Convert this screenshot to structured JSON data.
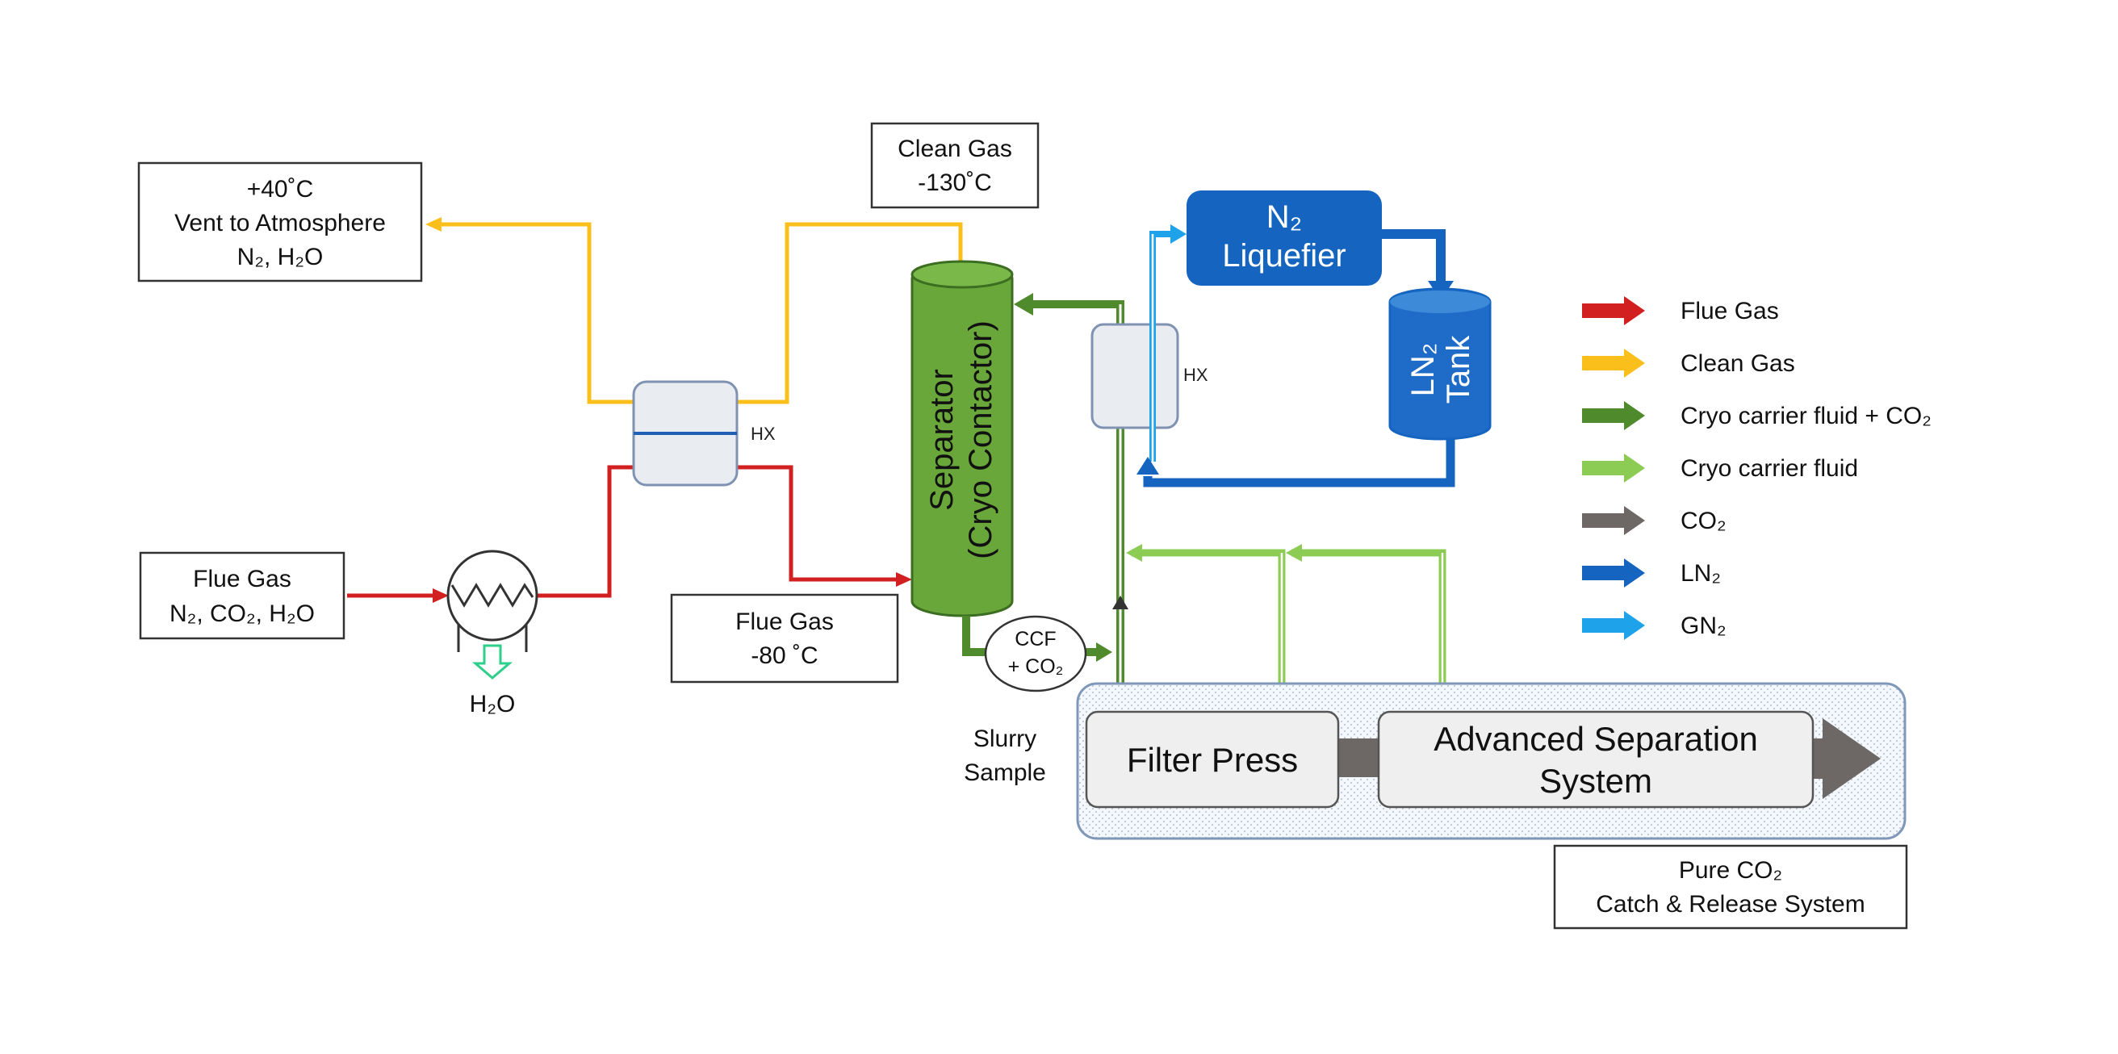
{
  "diagram": {
    "vent_box": {
      "line1": "+40˚C",
      "line2": "Vent to Atmosphere",
      "line3": "N₂, H₂O"
    },
    "clean_gas_box": {
      "line1": "Clean Gas",
      "line2": "-130˚C"
    },
    "flue_gas_in_box": {
      "line1": "Flue Gas",
      "line2": "N₂, CO₂, H₂O"
    },
    "flue_gas_cold_box": {
      "line1": "Flue Gas",
      "line2": "-80 ˚C"
    },
    "water_out_label": "H₂O",
    "hx_left_label": "HX",
    "hx_right_label": "HX",
    "separator": {
      "line1": "Separator",
      "line2": "(Cryo Contactor)"
    },
    "ccf_node": {
      "line1": "CCF",
      "line2": "+ CO₂"
    },
    "slurry_label": {
      "line1": "Slurry",
      "line2": "Sample"
    },
    "liquefier": {
      "line1": "N₂",
      "line2": "Liquefier"
    },
    "tank": {
      "line1": "LN₂",
      "line2": "Tank"
    },
    "filter_press_label": "Filter Press",
    "adv_separation": {
      "line1": "Advanced Separation",
      "line2": "System"
    },
    "pure_co2_box": {
      "line1": "Pure CO₂",
      "line2": "Catch & Release System"
    }
  },
  "legend": [
    {
      "label": "Flue Gas",
      "color": "#d21f1f"
    },
    {
      "label": "Clean Gas",
      "color": "#fbbf1c"
    },
    {
      "label": "Cryo carrier fluid + CO₂",
      "color": "#4f8a2c"
    },
    {
      "label": "Cryo carrier fluid",
      "color": "#8ccc55"
    },
    {
      "label": "CO₂",
      "color": "#6d6766"
    },
    {
      "label": "LN₂",
      "color": "#1565c0"
    },
    {
      "label": "GN₂",
      "color": "#1ea3ea"
    }
  ],
  "colors": {
    "flue_gas": "#d21f1f",
    "clean_gas": "#fbbf1c",
    "separator_fill": "#6aa73a",
    "separator_edge": "#3b6e20",
    "ccf_co2": "#4f8a2c",
    "ccf": "#8ccc55",
    "co2": "#6d6766",
    "ln2": "#1565c0",
    "gn2": "#1ea3ea",
    "hx_fill": "#e9edf2",
    "hx_edge": "#7f92b2",
    "water": "#2ecf8a"
  }
}
